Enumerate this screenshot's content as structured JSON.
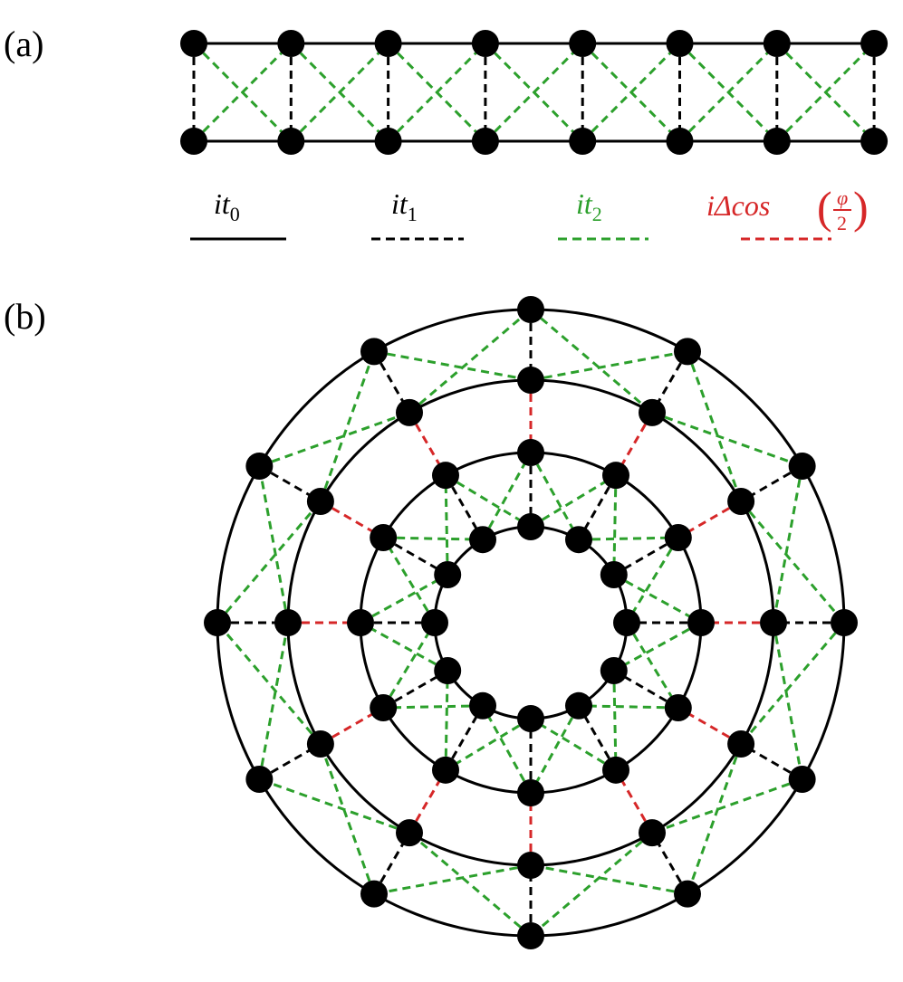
{
  "panels": [
    {
      "id": "a",
      "label": "(a)"
    },
    {
      "id": "b",
      "label": "(b)"
    }
  ],
  "legend": [
    {
      "id": "t0",
      "base": "it",
      "sub": "0",
      "color": "#000000",
      "style": "solid"
    },
    {
      "id": "t1",
      "base": "it",
      "sub": "1",
      "color": "#000000",
      "style": "dashed"
    },
    {
      "id": "t2",
      "base": "it",
      "sub": "2",
      "color": "#2ca02c",
      "style": "dashed"
    },
    {
      "id": "delta",
      "base": "iΔcos",
      "frac_num": "φ",
      "frac_den": "2",
      "color": "#d62728",
      "style": "dashed"
    }
  ],
  "colors": {
    "node": "#000000",
    "t0": "#000000",
    "t1": "#000000",
    "t2": "#2ca02c",
    "delta": "#d62728"
  },
  "ladder": {
    "sites_per_leg": 8
  },
  "rings": {
    "sites_per_ring": 12,
    "ring_count": 4
  }
}
